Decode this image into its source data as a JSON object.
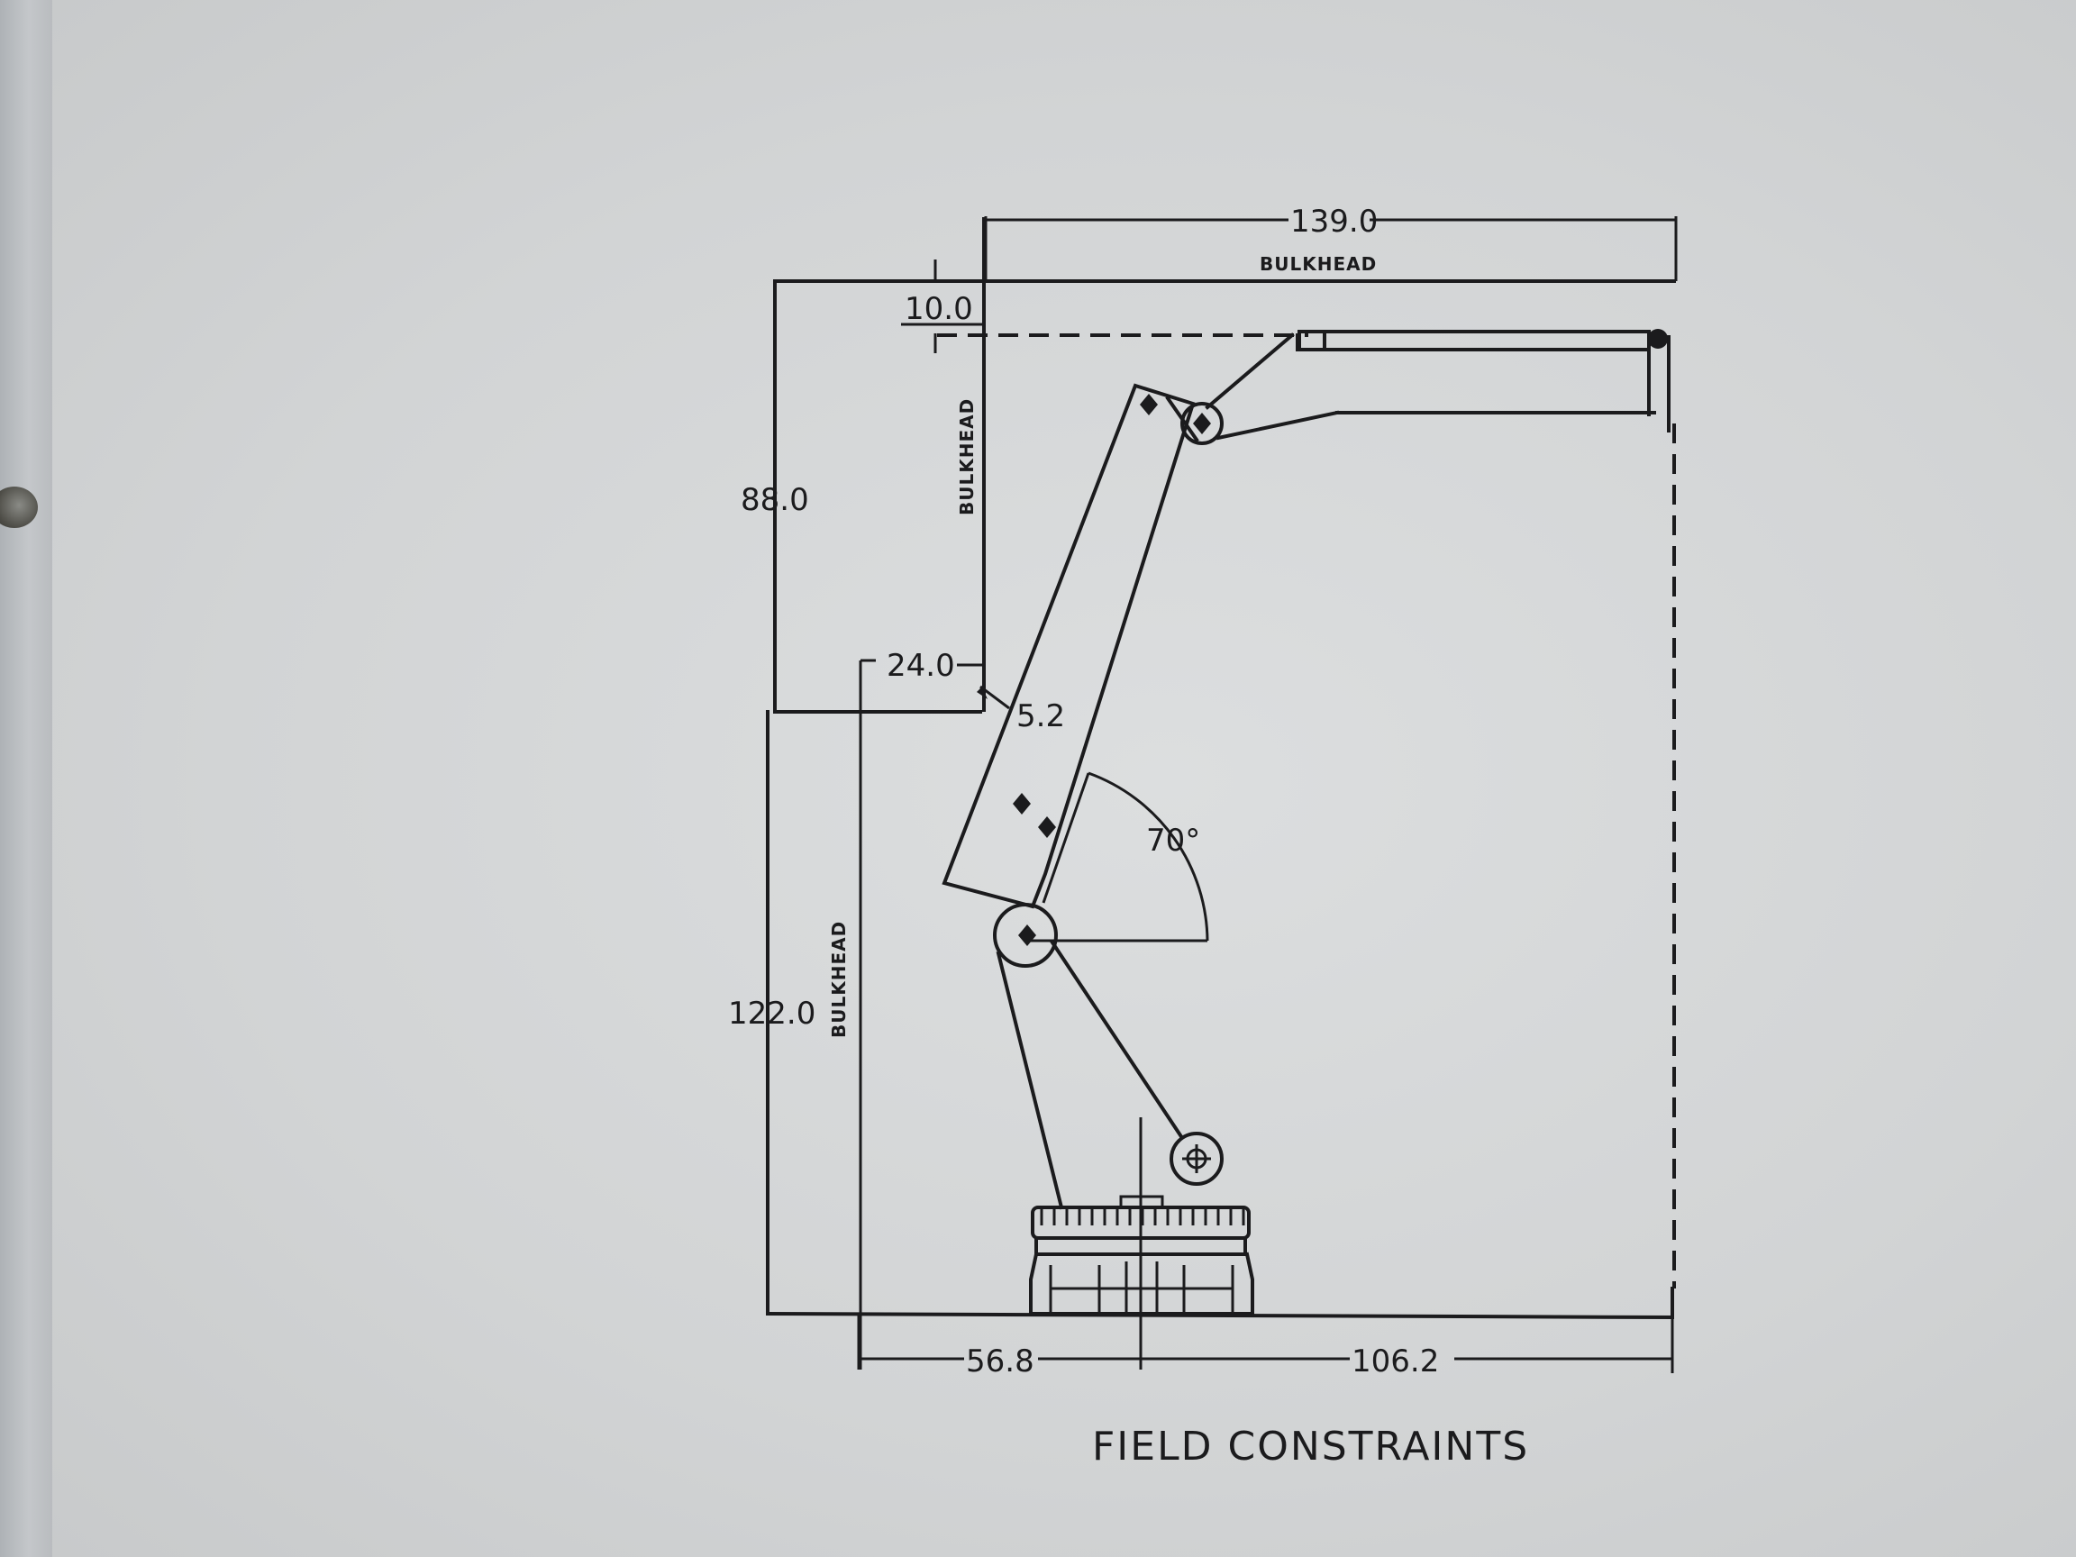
{
  "drawing": {
    "caption": "FIELD CONSTRAINTS",
    "dimensions": {
      "overall_width": "139.0",
      "top_offset": "10.0",
      "upper_height": "88.0",
      "step_width": "24.0",
      "step_gap": "5.2",
      "lower_height": "122.0",
      "base_left": "56.8",
      "base_right": "106.2",
      "angle": "70°"
    },
    "labels": {
      "bulkhead_top": "BULKHEAD",
      "bulkhead_upper": "BULKHEAD",
      "bulkhead_lower": "BULKHEAD"
    }
  }
}
